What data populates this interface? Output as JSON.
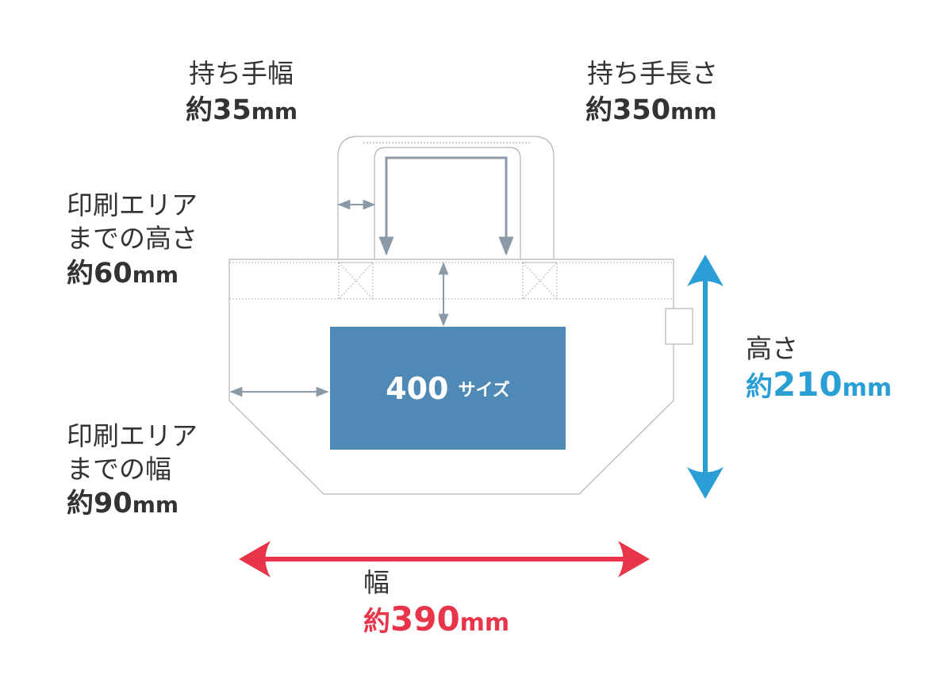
{
  "handle_width": {
    "caption": "持ち手幅",
    "prefix": "約",
    "value": "35",
    "unit": "mm"
  },
  "handle_length": {
    "caption": "持ち手長さ",
    "prefix": "約",
    "value": "350",
    "unit": "mm"
  },
  "print_area_height": {
    "caption_line1": "印刷エリア",
    "caption_line2": "までの高さ",
    "prefix": "約",
    "value": "60",
    "unit": "mm"
  },
  "print_area_width": {
    "caption_line1": "印刷エリア",
    "caption_line2": "までの幅",
    "prefix": "約",
    "value": "90",
    "unit": "mm"
  },
  "bag_height": {
    "caption": "高さ",
    "prefix": "約",
    "value": "210",
    "unit": "mm",
    "color": "#2a9fd6"
  },
  "bag_width": {
    "caption": "幅",
    "prefix": "約",
    "value": "390",
    "unit": "mm",
    "color": "#e8354a"
  },
  "print_area": {
    "value": "400",
    "label": "サイズ",
    "fill": "#4f89b5"
  },
  "colors": {
    "text": "#333333",
    "outline": "#b4b4b4",
    "dimension_arrow": "#8a9aa8",
    "height_arrow": "#2a9fd6",
    "width_arrow": "#e8354a"
  }
}
